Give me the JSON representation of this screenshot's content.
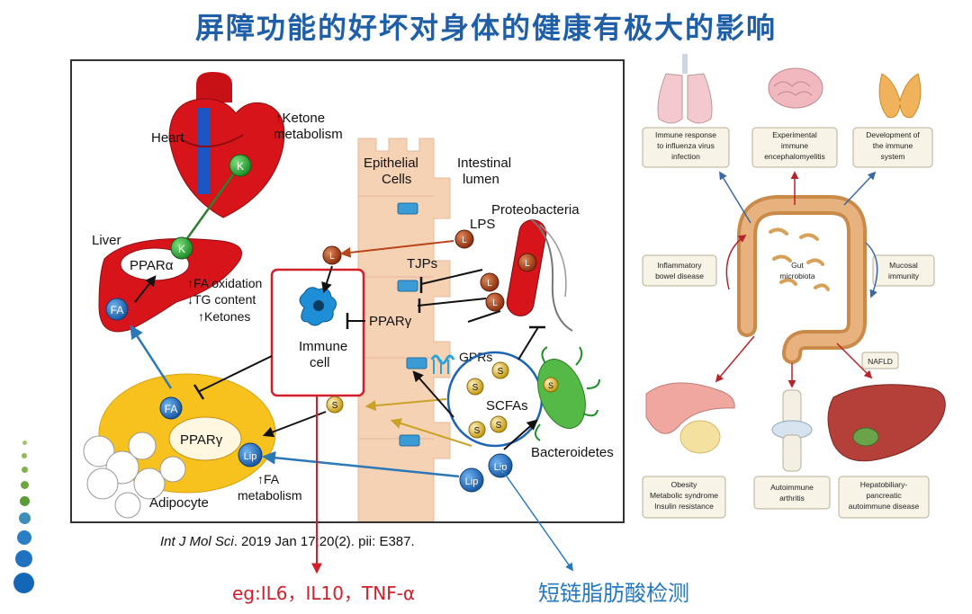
{
  "title": "屏障功能的好坏对身体的健康有极大的影响",
  "left_diagram": {
    "heart": "Heart",
    "ketone_line1": "↑Ketone",
    "ketone_line2": "metabolism",
    "k_badge": "K",
    "liver": "Liver",
    "ppar_alpha": "PPARα",
    "fa": "FA",
    "effects_line1": "↑FA oxidation",
    "effects_line2": "↓TG content",
    "effects_line3": "↑Ketones",
    "epithelial_line1": "Epithelial",
    "epithelial_line2": "Cells",
    "lumen_line1": "Intestinal",
    "lumen_line2": "lumen",
    "proteobacteria": "Proteobacteria",
    "lps": "LPS",
    "l_badge": "L",
    "tjps": "TJPs",
    "ppar_gamma": "PPARγ",
    "immune_line1": "Immune",
    "immune_line2": "cell",
    "gprs": "GPRs",
    "s_badge": "S",
    "scfas": "SCFAs",
    "bacteroidetes": "Bacteroidetes",
    "lip": "Lip",
    "adipocyte": "Adipocyte",
    "fa_metab_line1": "↑FA",
    "fa_metab_line2": "metabolism"
  },
  "right_diagram": {
    "influenza": [
      "Immune response",
      "to influenza virus",
      "infection"
    ],
    "encephalo": [
      "Experimental",
      "immune",
      "encephalomyelitis"
    ],
    "immune_dev": [
      "Development of",
      "the immune",
      "system"
    ],
    "ibd": [
      "Inflammatory",
      "bowel disease"
    ],
    "gut": [
      "Gut",
      "microbiota"
    ],
    "mucosal": [
      "Mucosal",
      "immunity"
    ],
    "nafld": "NAFLD",
    "obesity": [
      "Obesity",
      "Metabolic syndrome",
      "Insulin resistance"
    ],
    "arthritis": [
      "Autoimmune",
      "arthritis"
    ],
    "hepato": [
      "Hepatobiliary-",
      "pancreatic",
      "autoimmune disease"
    ]
  },
  "citation": {
    "journal": "Int J Mol Sci",
    "details": ". 2019 Jan 17;20(2). pii: E387."
  },
  "caption_red": "eg:IL6，IL10，TNF-α",
  "caption_blue": "短链脂肪酸检测",
  "colors": {
    "title": "#1f5fa8",
    "caption_red": "#d21f2a",
    "caption_blue": "#2478c0",
    "organ_red": "#d8141b",
    "fat_yellow": "#f7c21d",
    "lps_orange": "#b8461b",
    "scfa_yellow": "#e9c234",
    "epithelium": "#f6d2b5"
  }
}
